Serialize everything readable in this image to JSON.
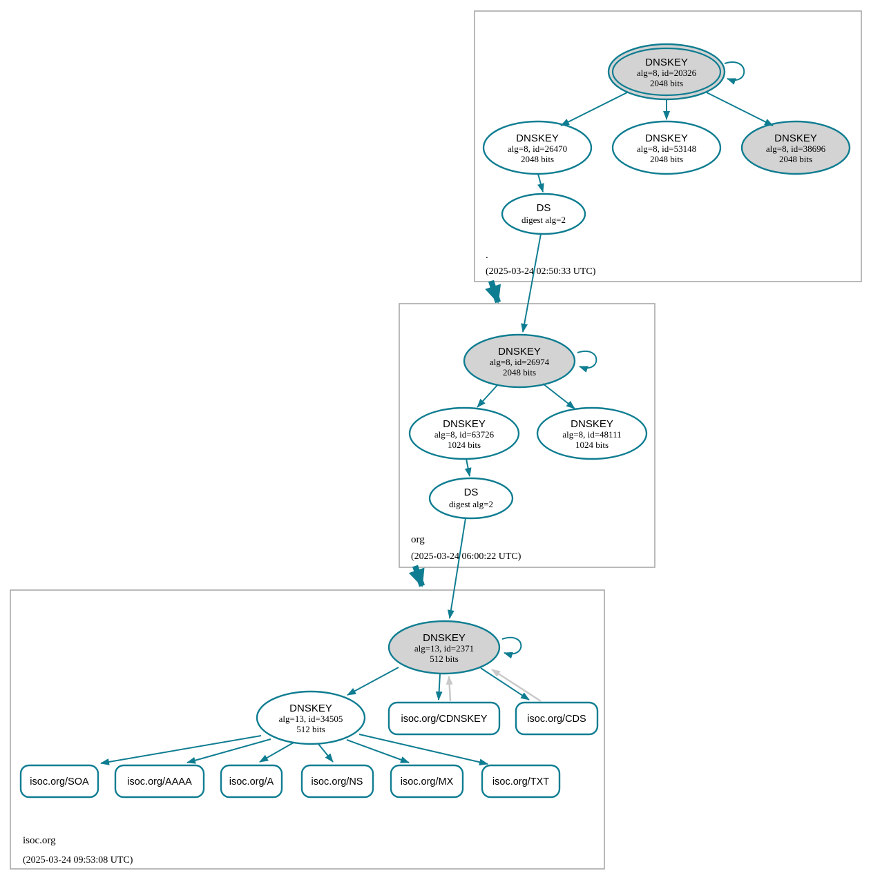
{
  "colors": {
    "accent_teal": "#0f7d91",
    "node_fill_gray": "#d3d3d3",
    "edge_gray": "#c9c9c9",
    "box_border_gray": "#a9a9a9"
  },
  "zones": {
    "root": {
      "label": ".",
      "timestamp": "(2025-03-24 02:50:33 UTC)",
      "nodes": {
        "ksk": {
          "title": "DNSKEY",
          "detail1": "alg=8, id=20326",
          "detail2": "2048 bits"
        },
        "zsk1": {
          "title": "DNSKEY",
          "detail1": "alg=8, id=26470",
          "detail2": "2048 bits"
        },
        "zsk2": {
          "title": "DNSKEY",
          "detail1": "alg=8, id=53148",
          "detail2": "2048 bits"
        },
        "zsk3": {
          "title": "DNSKEY",
          "detail1": "alg=8, id=38696",
          "detail2": "2048 bits"
        },
        "ds": {
          "title": "DS",
          "detail1": "digest alg=2"
        }
      }
    },
    "org": {
      "label": "org",
      "timestamp": "(2025-03-24 06:00:22 UTC)",
      "nodes": {
        "ksk": {
          "title": "DNSKEY",
          "detail1": "alg=8, id=26974",
          "detail2": "2048 bits"
        },
        "zsk1": {
          "title": "DNSKEY",
          "detail1": "alg=8, id=63726",
          "detail2": "1024 bits"
        },
        "zsk2": {
          "title": "DNSKEY",
          "detail1": "alg=8, id=48111",
          "detail2": "1024 bits"
        },
        "ds": {
          "title": "DS",
          "detail1": "digest alg=2"
        }
      }
    },
    "isoc": {
      "label": "isoc.org",
      "timestamp": "(2025-03-24 09:53:08 UTC)",
      "nodes": {
        "ksk": {
          "title": "DNSKEY",
          "detail1": "alg=13, id=2371",
          "detail2": "512 bits"
        },
        "zsk": {
          "title": "DNSKEY",
          "detail1": "alg=13, id=34505",
          "detail2": "512 bits"
        },
        "cdnskey": {
          "label": "isoc.org/CDNSKEY"
        },
        "cds": {
          "label": "isoc.org/CDS"
        }
      },
      "rrsets": [
        {
          "label": "isoc.org/SOA"
        },
        {
          "label": "isoc.org/AAAA"
        },
        {
          "label": "isoc.org/A"
        },
        {
          "label": "isoc.org/NS"
        },
        {
          "label": "isoc.org/MX"
        },
        {
          "label": "isoc.org/TXT"
        }
      ]
    }
  }
}
